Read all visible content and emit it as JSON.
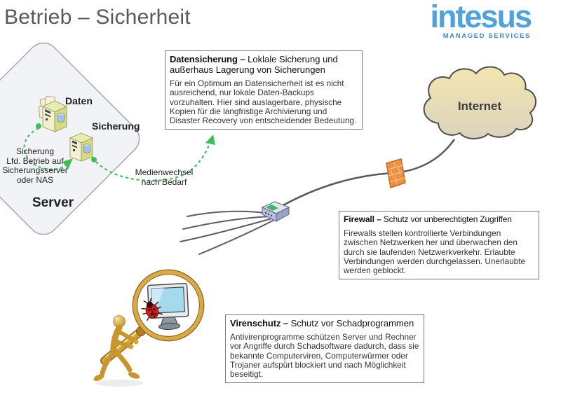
{
  "header": {
    "title": "Betrieb – Sicherheit",
    "logo": {
      "brand": "intesus",
      "tagline": "MANAGED SERVICES"
    }
  },
  "server_zone": {
    "zone_label": "Server",
    "daten_label": "Daten",
    "sicherung_label": "Sicherung",
    "backup_annotation_lines": [
      "Sicherung",
      "Lfd. Betrieb auf",
      "Sicherungsserver",
      "oder NAS"
    ],
    "media_annotation_lines": [
      "Medienwechsel",
      "nach Bedarf"
    ]
  },
  "internet": {
    "label": "Internet"
  },
  "info_boxes": [
    {
      "id": "datensicherung",
      "title_bold": "Datensicherung –",
      "title_rest": " Loklale Sicherung und außerhaus Lagerung von Sicherungen",
      "body": "Für ein Optimum an Datensicherheit ist es nicht ausreichend, nur lokale Daten-Backups vorzuhalten. Hier sind auslagerbare, physische Kopien für die langfristige Archivierung und Disaster Recovery von entscheidender Bedeutung."
    },
    {
      "id": "firewall",
      "title_bold": "Firewall –",
      "title_rest": " Schutz vor unberechtigten Zugriffen",
      "body": "Firewalls stellen kontrollierte Verbindungen zwischen Netzwerken her und überwachen den durch sie laufenden Netzwerkverkehr. Erlaubte Verbindungen werden durchgelassen. Unerlaubte werden geblockt."
    },
    {
      "id": "virenschutz",
      "title_bold": "Virenschutz –",
      "title_rest": " Schutz vor Schadprogrammen",
      "body": "Antivirenprogramme schützen Server und Rechner vor Angriffe durch Schadsoftware dadurch, dass sie bekannte Computerviren, Computerwürmer oder Trojaner aufspürt blockiert und nach Möglichkeit beseitigt."
    }
  ],
  "icons": {
    "internet_cloud": "cloud-icon",
    "firewall_brick": "firewall-brick-icon",
    "network_switch": "network-switch-icon",
    "server_daten": "server-tower-files-icon",
    "server_sicherung": "server-tower-icon",
    "virus_scanner": "magnifier-bug-figure-icon"
  },
  "colors": {
    "brand_blue": "#4fa2dd",
    "tagline_blue": "#3e8bc7",
    "title_gray": "#58595b",
    "arrow_green": "#3fbe5a",
    "cloud_fill": "#e9dcae",
    "brick_orange": "#ef9143",
    "cable_gray": "#5d5e63"
  }
}
